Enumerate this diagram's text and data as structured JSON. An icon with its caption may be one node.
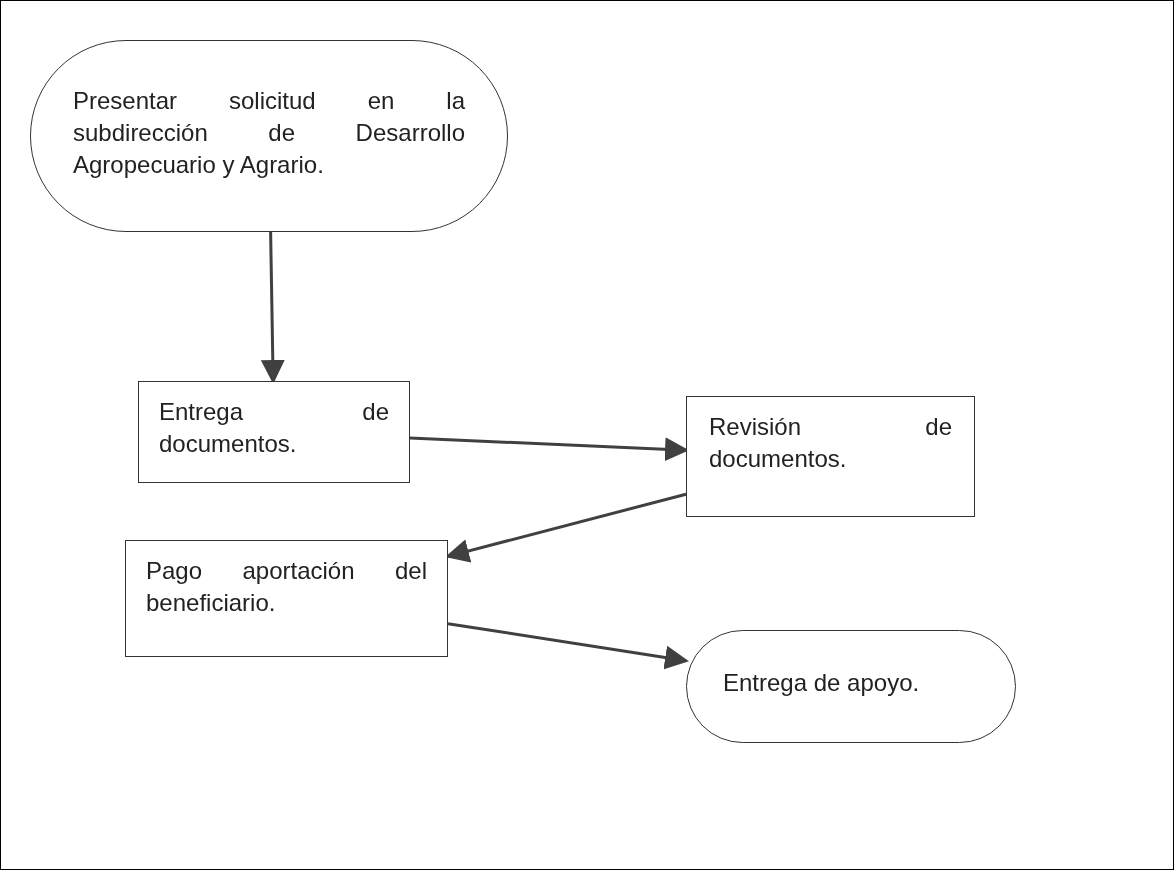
{
  "diagram": {
    "nodes": [
      {
        "text": [
          "Presentar solicitud en la subdirección de Desarrollo Agropecuario y Agrario."
        ]
      },
      {
        "text": [
          "Entrega de documentos."
        ]
      },
      {
        "text": [
          "Revisión de documentos."
        ]
      },
      {
        "text": [
          "Pago aportación del beneficiario."
        ]
      },
      {
        "text": [
          "Entrega de apoyo."
        ]
      }
    ],
    "edges": [
      {
        "from": 0,
        "to": 1,
        "arrow": "to"
      },
      {
        "from": 1,
        "to": 2,
        "arrow": "to"
      },
      {
        "from": 2,
        "to": 3,
        "arrow": "to"
      },
      {
        "from": 3,
        "to": 4,
        "arrow": "to"
      }
    ]
  }
}
